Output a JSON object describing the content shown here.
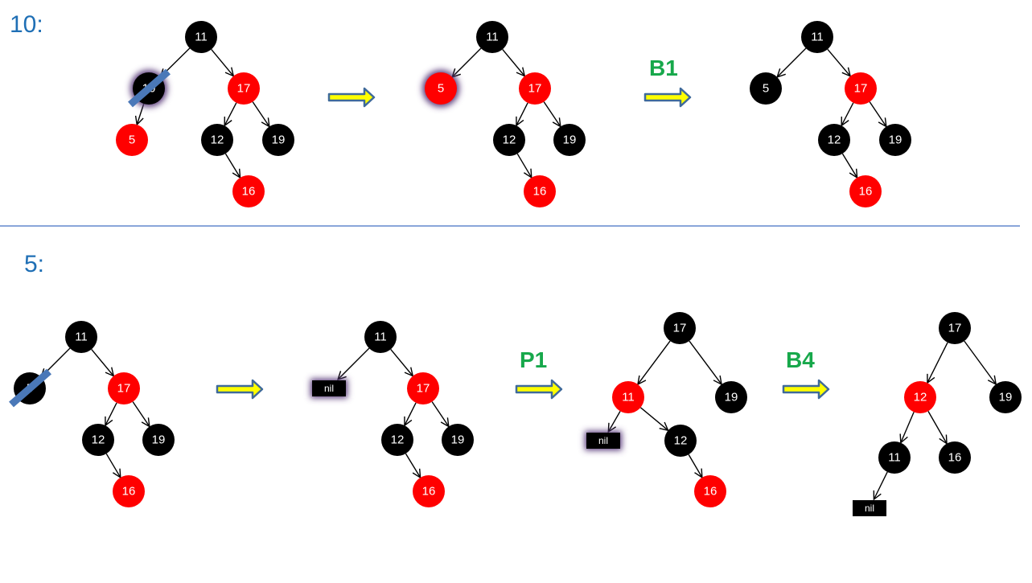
{
  "sections": [
    {
      "label": "10:"
    },
    {
      "label": "5:"
    }
  ],
  "colors": {
    "black_node": "#000000",
    "red_node": "#ff0000",
    "edge": "#000000",
    "divider": "#4472c4",
    "arrow_fill": "#ffff00",
    "arrow_stroke": "#3f6a9a",
    "strike": "#4a78b8",
    "highlight_glow": "#5a3a7a",
    "step_label": "#17a84b",
    "section_label": "#1f6fb5"
  },
  "trees": [
    {
      "id": "t10a",
      "nodes": [
        {
          "id": "a11",
          "label": "11",
          "color": "black"
        },
        {
          "id": "a10",
          "label": "10",
          "color": "black",
          "highlight": true,
          "struck": true
        },
        {
          "id": "a17",
          "label": "17",
          "color": "red"
        },
        {
          "id": "a5",
          "label": "5",
          "color": "red"
        },
        {
          "id": "a12",
          "label": "12",
          "color": "black"
        },
        {
          "id": "a19",
          "label": "19",
          "color": "black"
        },
        {
          "id": "a16",
          "label": "16",
          "color": "red"
        }
      ],
      "edges": [
        [
          "a11",
          "a10"
        ],
        [
          "a11",
          "a17"
        ],
        [
          "a10",
          "a5"
        ],
        [
          "a17",
          "a12"
        ],
        [
          "a17",
          "a19"
        ],
        [
          "a12",
          "a16"
        ]
      ]
    },
    {
      "id": "t10b",
      "nodes": [
        {
          "id": "b11",
          "label": "11",
          "color": "black"
        },
        {
          "id": "b5",
          "label": "5",
          "color": "red",
          "highlight": true
        },
        {
          "id": "b17",
          "label": "17",
          "color": "red"
        },
        {
          "id": "b12",
          "label": "12",
          "color": "black"
        },
        {
          "id": "b19",
          "label": "19",
          "color": "black"
        },
        {
          "id": "b16",
          "label": "16",
          "color": "red"
        }
      ],
      "edges": [
        [
          "b11",
          "b5"
        ],
        [
          "b11",
          "b17"
        ],
        [
          "b17",
          "b12"
        ],
        [
          "b17",
          "b19"
        ],
        [
          "b12",
          "b16"
        ]
      ]
    },
    {
      "id": "t10c",
      "nodes": [
        {
          "id": "c11",
          "label": "11",
          "color": "black"
        },
        {
          "id": "c5",
          "label": "5",
          "color": "black"
        },
        {
          "id": "c17",
          "label": "17",
          "color": "red"
        },
        {
          "id": "c12",
          "label": "12",
          "color": "black"
        },
        {
          "id": "c19",
          "label": "19",
          "color": "black"
        },
        {
          "id": "c16",
          "label": "16",
          "color": "red"
        }
      ],
      "edges": [
        [
          "c11",
          "c5"
        ],
        [
          "c11",
          "c17"
        ],
        [
          "c17",
          "c12"
        ],
        [
          "c17",
          "c19"
        ],
        [
          "c12",
          "c16"
        ]
      ]
    },
    {
      "id": "t5a",
      "nodes": [
        {
          "id": "d11",
          "label": "11",
          "color": "black"
        },
        {
          "id": "d5",
          "label": "5",
          "color": "black",
          "struck": true
        },
        {
          "id": "d17",
          "label": "17",
          "color": "red"
        },
        {
          "id": "d12",
          "label": "12",
          "color": "black"
        },
        {
          "id": "d19",
          "label": "19",
          "color": "black"
        },
        {
          "id": "d16",
          "label": "16",
          "color": "red"
        }
      ],
      "edges": [
        [
          "d11",
          "d5"
        ],
        [
          "d11",
          "d17"
        ],
        [
          "d17",
          "d12"
        ],
        [
          "d17",
          "d19"
        ],
        [
          "d12",
          "d16"
        ]
      ]
    },
    {
      "id": "t5b",
      "nodes": [
        {
          "id": "e11",
          "label": "11",
          "color": "black"
        },
        {
          "id": "enil",
          "label": "nil",
          "color": "nil",
          "highlight": true
        },
        {
          "id": "e17",
          "label": "17",
          "color": "red"
        },
        {
          "id": "e12",
          "label": "12",
          "color": "black"
        },
        {
          "id": "e19",
          "label": "19",
          "color": "black"
        },
        {
          "id": "e16",
          "label": "16",
          "color": "red"
        }
      ],
      "edges": [
        [
          "e11",
          "enil"
        ],
        [
          "e11",
          "e17"
        ],
        [
          "e17",
          "e12"
        ],
        [
          "e17",
          "e19"
        ],
        [
          "e12",
          "e16"
        ]
      ]
    },
    {
      "id": "t5c",
      "nodes": [
        {
          "id": "f17",
          "label": "17",
          "color": "black"
        },
        {
          "id": "f11",
          "label": "11",
          "color": "red"
        },
        {
          "id": "f19",
          "label": "19",
          "color": "black"
        },
        {
          "id": "fnil",
          "label": "nil",
          "color": "nil",
          "highlight": true
        },
        {
          "id": "f12",
          "label": "12",
          "color": "black"
        },
        {
          "id": "f16",
          "label": "16",
          "color": "red"
        }
      ],
      "edges": [
        [
          "f17",
          "f11"
        ],
        [
          "f17",
          "f19"
        ],
        [
          "f11",
          "fnil"
        ],
        [
          "f11",
          "f12"
        ],
        [
          "f12",
          "f16"
        ]
      ]
    },
    {
      "id": "t5d",
      "nodes": [
        {
          "id": "g17",
          "label": "17",
          "color": "black"
        },
        {
          "id": "g12",
          "label": "12",
          "color": "red"
        },
        {
          "id": "g19",
          "label": "19",
          "color": "black"
        },
        {
          "id": "g11",
          "label": "11",
          "color": "black"
        },
        {
          "id": "g16",
          "label": "16",
          "color": "black"
        },
        {
          "id": "gnil",
          "label": "nil",
          "color": "nil"
        }
      ],
      "edges": [
        [
          "g17",
          "g12"
        ],
        [
          "g17",
          "g19"
        ],
        [
          "g12",
          "g11"
        ],
        [
          "g12",
          "g16"
        ],
        [
          "g11",
          "gnil"
        ]
      ]
    }
  ],
  "transitions": [
    {
      "id": "arr1",
      "label": ""
    },
    {
      "id": "arr2",
      "label": "B1"
    },
    {
      "id": "arr3",
      "label": ""
    },
    {
      "id": "arr4",
      "label": "P1"
    },
    {
      "id": "arr5",
      "label": "B4"
    }
  ]
}
